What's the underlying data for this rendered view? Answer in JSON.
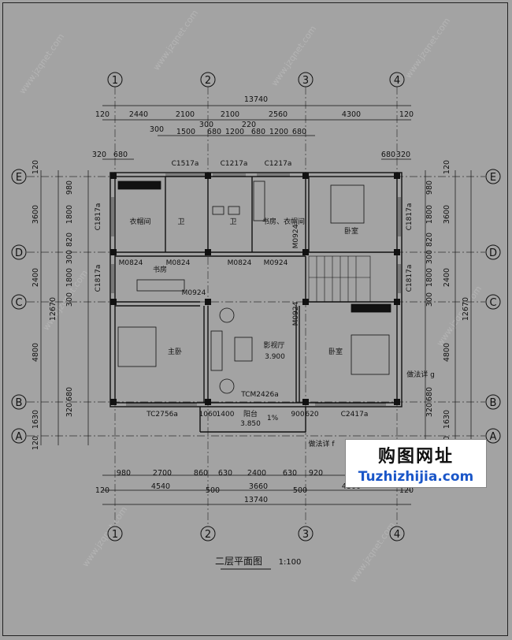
{
  "title": "二层平面图",
  "scale": "1:100",
  "watermark": "www.jzqnet.com",
  "logo": {
    "cn": "购图网址",
    "en": "Tuzhizhijia.com"
  },
  "axes": {
    "columns": [
      "1",
      "2",
      "3",
      "4"
    ],
    "rows": [
      "E",
      "D",
      "C",
      "B",
      "A"
    ]
  },
  "dims": {
    "top_total": "13740",
    "top_row1": [
      "120",
      "2440",
      "2100",
      "2100",
      "2560",
      "4300",
      "120"
    ],
    "top_row2": [
      "300",
      "1500",
      "300",
      "680",
      "1200",
      "220",
      "680",
      "1200",
      "680"
    ],
    "top_row3": [
      "320",
      "680",
      "680",
      "320"
    ],
    "bottom_row1": [
      "980",
      "2700",
      "860",
      "630",
      "2400",
      "630",
      "920"
    ],
    "bottom_row2": [
      "120",
      "4540",
      "500",
      "3660",
      "500",
      "4300",
      "120"
    ],
    "bottom_total": "13740",
    "left_outer": [
      "120",
      "3600",
      "2400",
      "4800",
      "1630",
      "120"
    ],
    "left_total": "12670",
    "left_inner": [
      "980",
      "1800",
      "820",
      "300",
      "1800",
      "300",
      "680",
      "320"
    ],
    "right_outer": [
      "120",
      "3600",
      "2400",
      "4800",
      "1630",
      "120"
    ],
    "right_total": "12670",
    "right_inner": [
      "980",
      "1800",
      "820",
      "300",
      "1800",
      "300",
      "680",
      "320"
    ]
  },
  "windows": {
    "c1517": "C1517a",
    "c1217a": "C1217a",
    "c1217b": "C1217a",
    "c1817_le": "C1817a",
    "c1817_lc": "C1817a",
    "c1817_re": "C1817a",
    "c1817_rc": "C1817a",
    "tc2756": "TC2756a",
    "tcm2426": "TCM2426a",
    "c2417": "C2417a"
  },
  "doors": {
    "m0824_a": "M0824",
    "m0824_b": "M0824",
    "m0824_c": "M0824",
    "m0924_a": "M0924",
    "m0924_b": "M0924",
    "m0924_c": "M0924",
    "m0924_d": "M0924"
  },
  "rooms": {
    "closet": "衣帽间",
    "wc1": "卫",
    "wc2": "卫",
    "study_closet": "书房、衣帽间",
    "bedroom_ne": "卧室",
    "study": "书房",
    "master": "主卧",
    "family_hall": "影视厅",
    "family_level": "3.900",
    "bedroom_e": "卧室",
    "balcony": "阳台",
    "balcony_level": "3.850",
    "slope": "1%"
  },
  "notes": {
    "note_g": "做法详 g",
    "note_f": "做法详 f",
    "d1060": "1060",
    "d1400": "1400",
    "d900": "900",
    "d620": "620"
  }
}
